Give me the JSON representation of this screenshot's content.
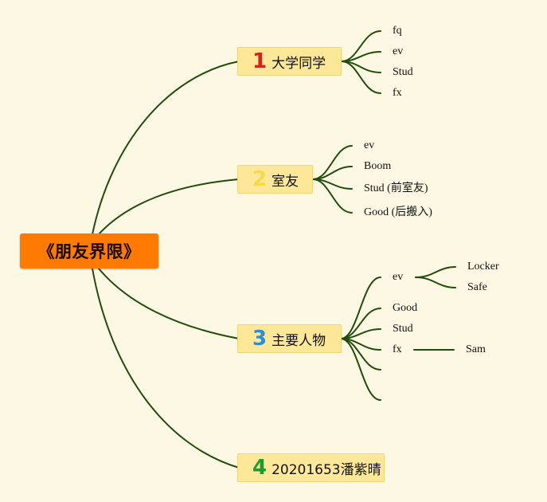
{
  "root": {
    "label": "《朋友界限》",
    "color": "#ff7a00"
  },
  "branches": [
    {
      "number": "1",
      "number_color": "#d0261c",
      "label": "大学同学",
      "children": [
        "fq",
        "ev",
        "Stud",
        "fx"
      ]
    },
    {
      "number": "2",
      "number_color": "#f5d94a",
      "label": "室友",
      "children": [
        "ev",
        "Boom",
        "Stud (前室友)",
        "Good (后搬入)"
      ]
    },
    {
      "number": "3",
      "number_color": "#2a8fd6",
      "label": "主要人物",
      "children": [
        "ev",
        "Good",
        "Stud",
        "fx"
      ],
      "sub": {
        "ev": [
          "Locker",
          "Safe"
        ],
        "fx": [
          "Sam"
        ]
      }
    },
    {
      "number": "4",
      "number_color": "#1e9a2e",
      "label": "20201653潘紫晴",
      "children": []
    }
  ],
  "line_color": "#1f4d0a"
}
